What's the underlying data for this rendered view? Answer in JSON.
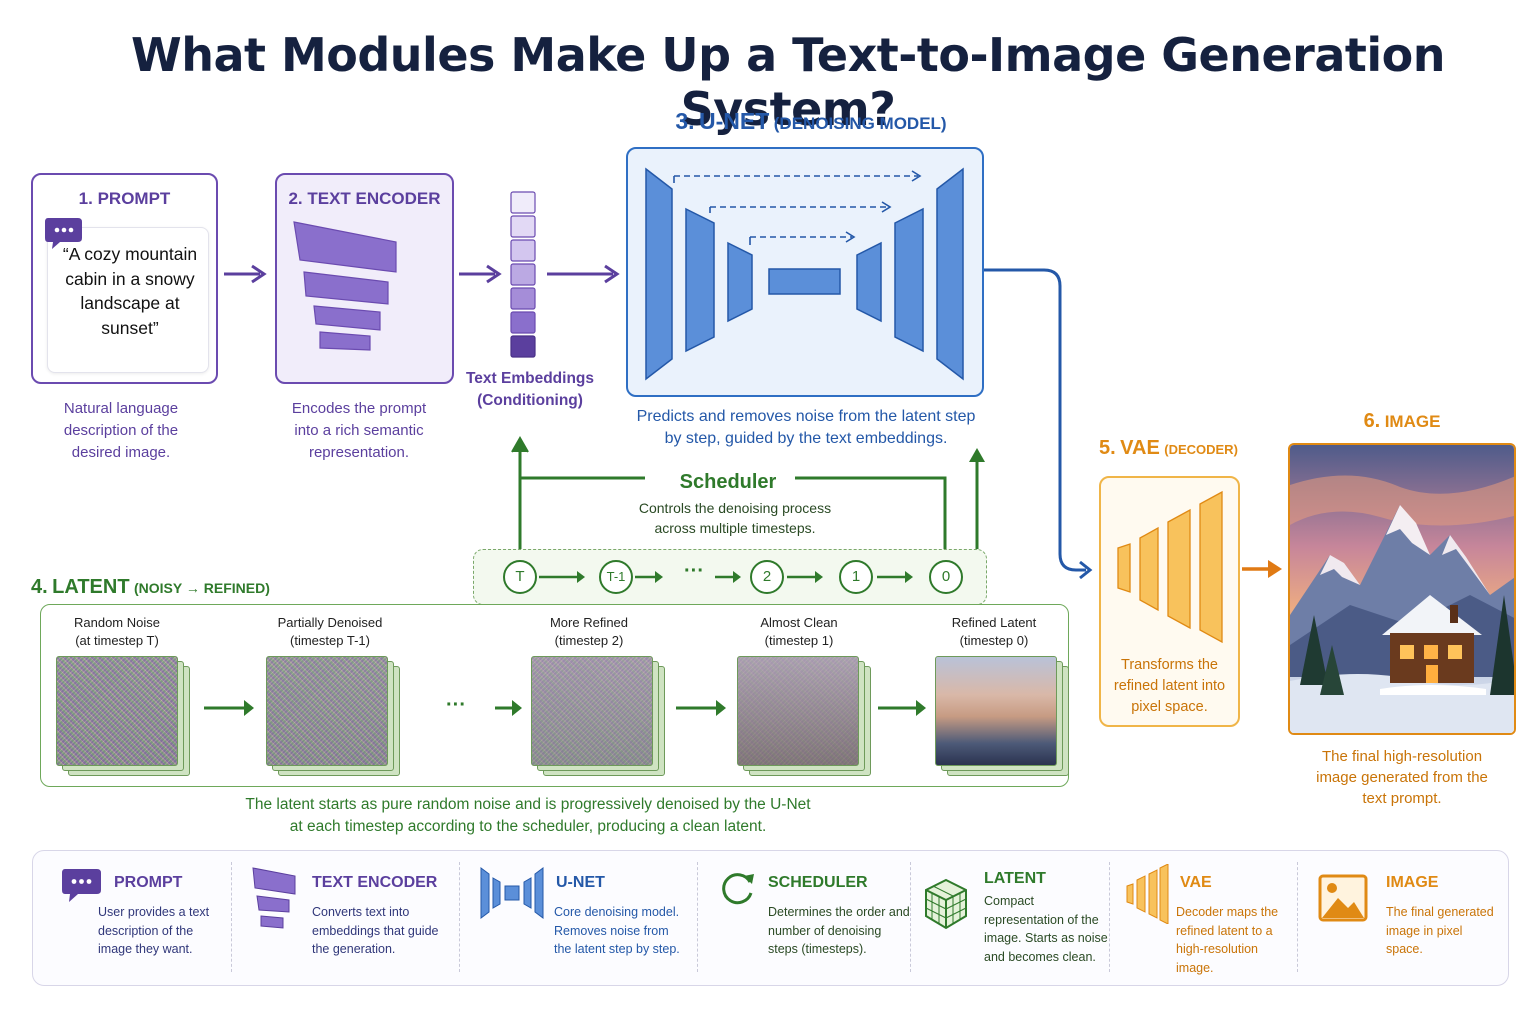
{
  "title": "What Modules Make Up a Text-to-Image Generation System?",
  "prompt": {
    "number": "1.",
    "heading": "PROMPT",
    "text": "“A cozy mountain cabin in a snowy landscape at sunset”",
    "caption": "Natural language description of the desired image."
  },
  "text_encoder": {
    "number": "2.",
    "heading": "TEXT ENCODER",
    "caption": "Encodes the prompt into a rich semantic representation."
  },
  "embeddings": {
    "label": "Text Embeddings (Conditioning)"
  },
  "unet": {
    "number": "3.",
    "heading": "U-NET",
    "subheading": "(DENOISING MODEL)",
    "caption": "Predicts and removes noise from the latent step by step, guided by the text embeddings."
  },
  "scheduler": {
    "heading": "Scheduler",
    "caption": "Controls the denoising process across multiple timesteps.",
    "steps": [
      "T",
      "T-1",
      "···",
      "2",
      "1",
      "0"
    ]
  },
  "latent": {
    "number": "4.",
    "heading": "LATENT",
    "subheading": "(NOISY → REFINED)",
    "stages": [
      {
        "name": "Random Noise",
        "step": "(at timestep T)"
      },
      {
        "name": "Partially Denoised",
        "step": "(timestep T-1)"
      },
      {
        "name": "More Refined",
        "step": "(timestep 2)"
      },
      {
        "name": "Almost Clean",
        "step": "(timestep 1)"
      },
      {
        "name": "Refined Latent",
        "step": "(timestep 0)"
      }
    ],
    "ellipsis": "···",
    "caption": "The latent starts as pure random noise and is progressively denoised by the U-Net at each timestep according to the scheduler, producing a clean latent."
  },
  "vae": {
    "number": "5.",
    "heading": "VAE",
    "subheading": "(DECODER)",
    "caption": "Transforms the refined latent into pixel space."
  },
  "image": {
    "number": "6.",
    "heading": "IMAGE",
    "caption": "The final high-resolution image generated from the text prompt."
  },
  "legend": [
    {
      "title": "PROMPT",
      "desc": "User provides a text description of the image they want.",
      "color": "#5b3f9e",
      "icon": "chat-bubble-icon"
    },
    {
      "title": "TEXT ENCODER",
      "desc": "Converts text into embeddings that guide the generation.",
      "color": "#5b3f9e",
      "icon": "encoder-icon"
    },
    {
      "title": "U-NET",
      "desc": "Core denoising model. Removes noise from the latent step by step.",
      "color": "#2458a8",
      "icon": "unet-icon"
    },
    {
      "title": "SCHEDULER",
      "desc": "Determines the order and number of denoising steps (timesteps).",
      "color": "#2f7a2b",
      "icon": "refresh-icon"
    },
    {
      "title": "LATENT",
      "desc": "Compact representation of the image. Starts as noise and becomes clean.",
      "color": "#2f7a2b",
      "icon": "cube-icon"
    },
    {
      "title": "VAE",
      "desc": "Decoder maps the refined latent to a high-resolution image.",
      "color": "#e08a14",
      "icon": "decoder-icon"
    },
    {
      "title": "IMAGE",
      "desc": "The final generated image in pixel space.",
      "color": "#e08a14",
      "icon": "image-icon"
    }
  ],
  "colors": {
    "purple": "#5b3f9e",
    "blue": "#2458a8",
    "green": "#2f7a2b",
    "orange": "#e08a14"
  }
}
